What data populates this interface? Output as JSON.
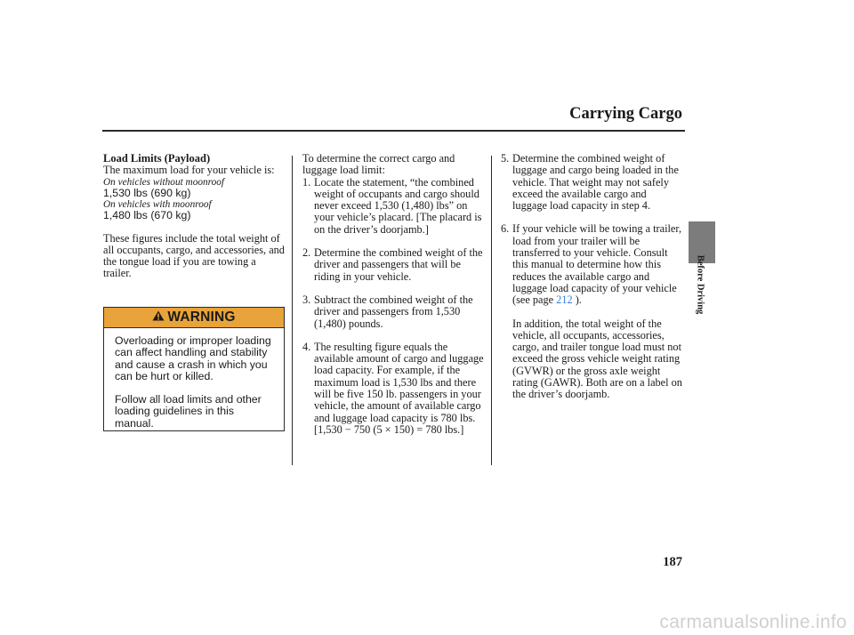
{
  "header": {
    "section_title": "Carrying Cargo",
    "side_label": "Before Driving"
  },
  "col1": {
    "heading": "Load Limits (Payload)",
    "intro": "The maximum load for your vehicle is:",
    "note_without": "On vehicles without moonroof",
    "value_without": "1,530 lbs (690 kg)",
    "note_with": "On vehicles with moonroof",
    "value_with": "1,480 lbs (670 kg)",
    "figures_text": "These figures include the total weight of all occupants, cargo, and accessories, and the tongue load if you are towing a trailer."
  },
  "warning": {
    "title": "WARNING",
    "paragraph1": "Overloading or improper loading can affect handling and stability and cause a crash in which you can be hurt or killed.",
    "paragraph2": "Follow all load limits and other loading guidelines in this manual."
  },
  "col2": {
    "intro": "To determine the correct cargo and luggage load limit:",
    "steps": [
      {
        "num": "1.",
        "text": "Locate the statement, “the combined weight of occupants and cargo should never exceed 1,530 (1,480) lbs” on your vehicle’s placard. [The placard is on the driver’s doorjamb.]"
      },
      {
        "num": "2.",
        "text": "Determine the combined weight of the driver and passengers that will be riding in your vehicle."
      },
      {
        "num": "3.",
        "text": "Subtract the combined weight of the driver and passengers from 1,530 (1,480) pounds."
      },
      {
        "num": "4.",
        "text": "The resulting figure equals the available amount of cargo and luggage load capacity. For example, if the maximum load is 1,530 lbs and there will be five 150 lb. passengers in your vehicle, the amount of available cargo and luggage load capacity is 780 lbs. [1,530 − 750 (5 × 150) = 780 lbs.]"
      }
    ]
  },
  "col3": {
    "steps": [
      {
        "num": "5.",
        "text": "Determine the combined weight of luggage and cargo being loaded in the vehicle. That weight may not safely exceed the available cargo and luggage load capacity in step 4."
      },
      {
        "num": "6.",
        "text_before": "If your vehicle will be towing a trailer, load from your trailer will be transferred to your vehicle. Consult this manual to determine how this reduces the available cargo and luggage load capacity of your vehicle (see page ",
        "link": "212",
        "text_after": " )."
      }
    ],
    "addition": "In addition, the total weight of the vehicle, all occupants, accessories, cargo, and trailer tongue load must not exceed the gross vehicle weight rating (GVWR) or the gross axle weight rating (GAWR). Both are on a label on the driver’s doorjamb."
  },
  "footer": {
    "page_number": "187",
    "watermark": "carmanualsonline.info"
  },
  "colors": {
    "warning_bar": "#e8a33a",
    "side_tab": "#7c7c7c",
    "link": "#2f7fd8"
  }
}
